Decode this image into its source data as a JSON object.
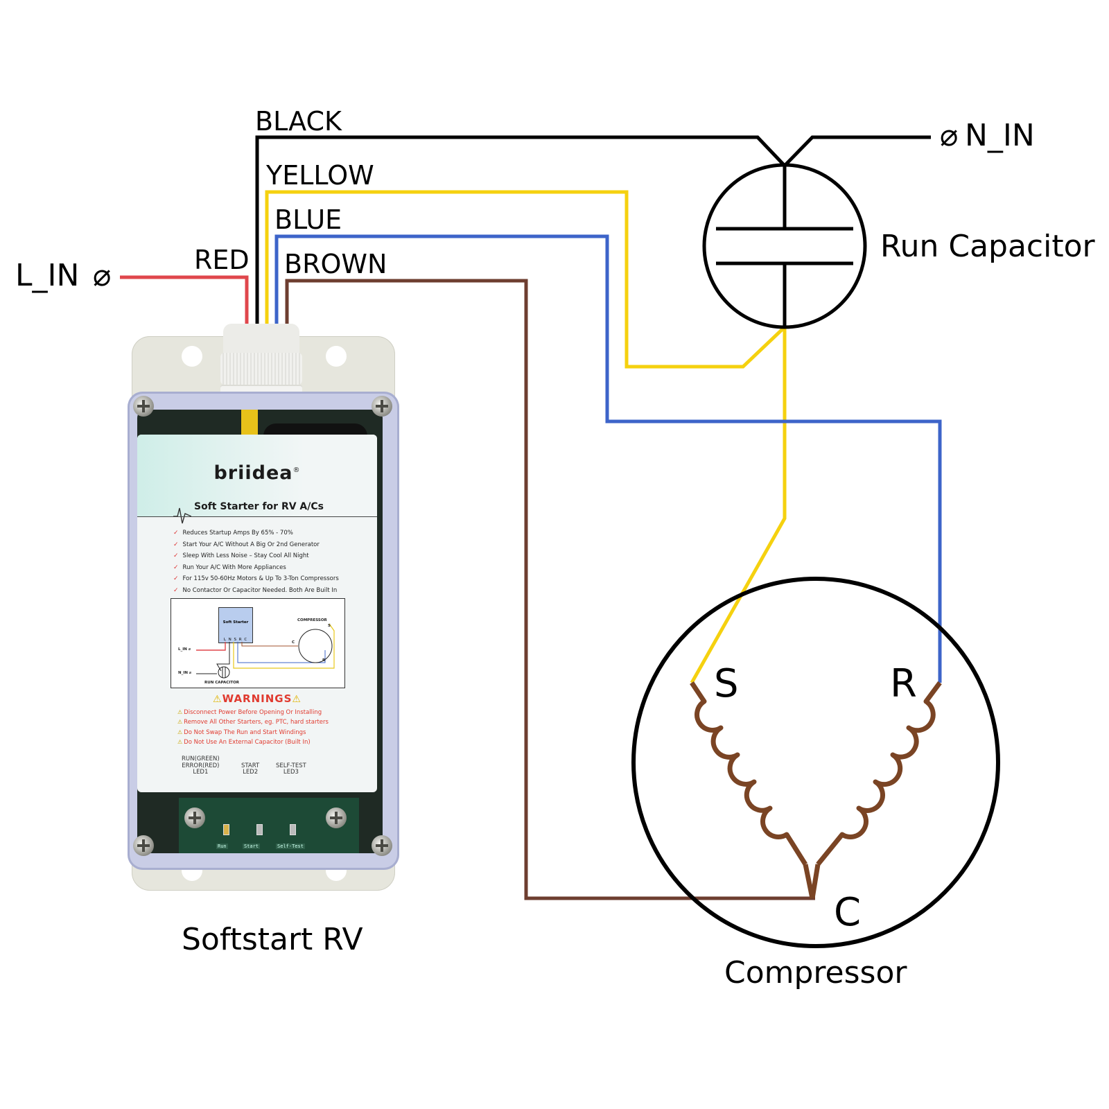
{
  "diagram": {
    "type": "wiring-diagram",
    "title": "Softstart RV wiring to run capacitor and compressor"
  },
  "inputs": {
    "line_in": "L_IN",
    "line_in_symbol": "⌀",
    "neutral_in": "N_IN",
    "neutral_in_symbol": "⌀"
  },
  "wires": [
    {
      "id": "red",
      "label": "RED",
      "color": "#e0474c",
      "from": "L_IN",
      "to": "Softstart RV"
    },
    {
      "id": "black",
      "label": "BLACK",
      "color": "#000000",
      "from": "Softstart RV",
      "to": "Run Capacitor / N_IN"
    },
    {
      "id": "yellow",
      "label": "YELLOW",
      "color": "#f5d10f",
      "from": "Softstart RV",
      "to": "Compressor S (via Run Capacitor)"
    },
    {
      "id": "blue",
      "label": "BLUE",
      "color": "#3d64c9",
      "from": "Softstart RV",
      "to": "Compressor R"
    },
    {
      "id": "brown",
      "label": "BROWN",
      "color": "#6e3e30",
      "from": "Softstart RV",
      "to": "Compressor C"
    }
  ],
  "components": {
    "run_capacitor": {
      "label": "Run Capacitor"
    },
    "compressor": {
      "label": "Compressor",
      "terminals": {
        "start": "S",
        "run": "R",
        "common": "C"
      },
      "winding_color": "#7a4424"
    },
    "softstart": {
      "label": "Softstart RV"
    }
  },
  "device_label": {
    "brand": "briidea",
    "registered": "®",
    "product": "Soft Starter for RV A/Cs",
    "features": [
      "Reduces Startup Amps By 65% - 70%",
      "Start Your A/C Without A Big Or 2nd Generator",
      "Sleep With Less Noise – Stay Cool All Night",
      "Run Your A/C With More Appliances",
      "For 115v 50-60Hz Motors & Up To 3-Ton Compressors",
      "No Contactor Or Capacitor Needed. Both Are Built In"
    ],
    "mini_diagram": {
      "box_title": "Soft Starter",
      "pins": "L N S R C",
      "compressor": "COMPRESSOR",
      "l_in": "L_IN ⌀",
      "n_in": "N_IN ⌀",
      "run_capacitor": "RUN CAPACITOR",
      "c": "C",
      "s": "S",
      "r": "R"
    },
    "warnings_title": "WARNINGS",
    "warnings": [
      "Disconnect Power Before Opening Or Installing",
      "Remove All Other Starters, eg. PTC, hard starters",
      "Do Not Swap The Run and Start Windings",
      "Do Not Use An External Capacitor (Built In)"
    ],
    "leds": [
      {
        "line1": "RUN(GREEN)",
        "line2": "ERROR(RED)",
        "line3": "LED1"
      },
      {
        "line1": "",
        "line2": "START",
        "line3": "LED2"
      },
      {
        "line1": "",
        "line2": "SELF-TEST",
        "line3": "LED3"
      }
    ],
    "pcb_tags": [
      "Run",
      "Start",
      "Self-Test"
    ]
  }
}
